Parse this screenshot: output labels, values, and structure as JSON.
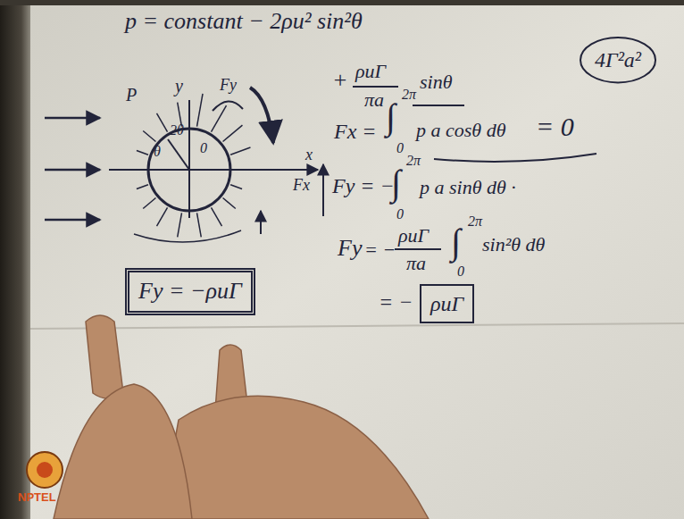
{
  "diagram": {
    "nodes": [
      {
        "text": [
          "4Γ²a²"
        ]
      },
      {
        "text": [
          "Fy = −ρuΓ"
        ]
      },
      {
        "text": [
          "ρuΓ"
        ]
      }
    ],
    "labels": [
      "p = constant − 2ρu² sin²θ",
      "+",
      "ρuΓ",
      "πa",
      "sinθ",
      "P",
      "y",
      "Fy",
      "θ",
      "2θ",
      "0",
      "x",
      "Fx",
      "Fx =",
      "∫",
      "2π",
      "0",
      "p a cosθ dθ",
      "= 0",
      "Fy = −",
      "∫",
      "2π",
      "0",
      "p a sinθ dθ ·",
      "Fy",
      "= −",
      "ρuΓ",
      "πa",
      "∫",
      "2π",
      "0",
      "sin²θ dθ",
      "= −",
      "NPTEL"
    ]
  }
}
